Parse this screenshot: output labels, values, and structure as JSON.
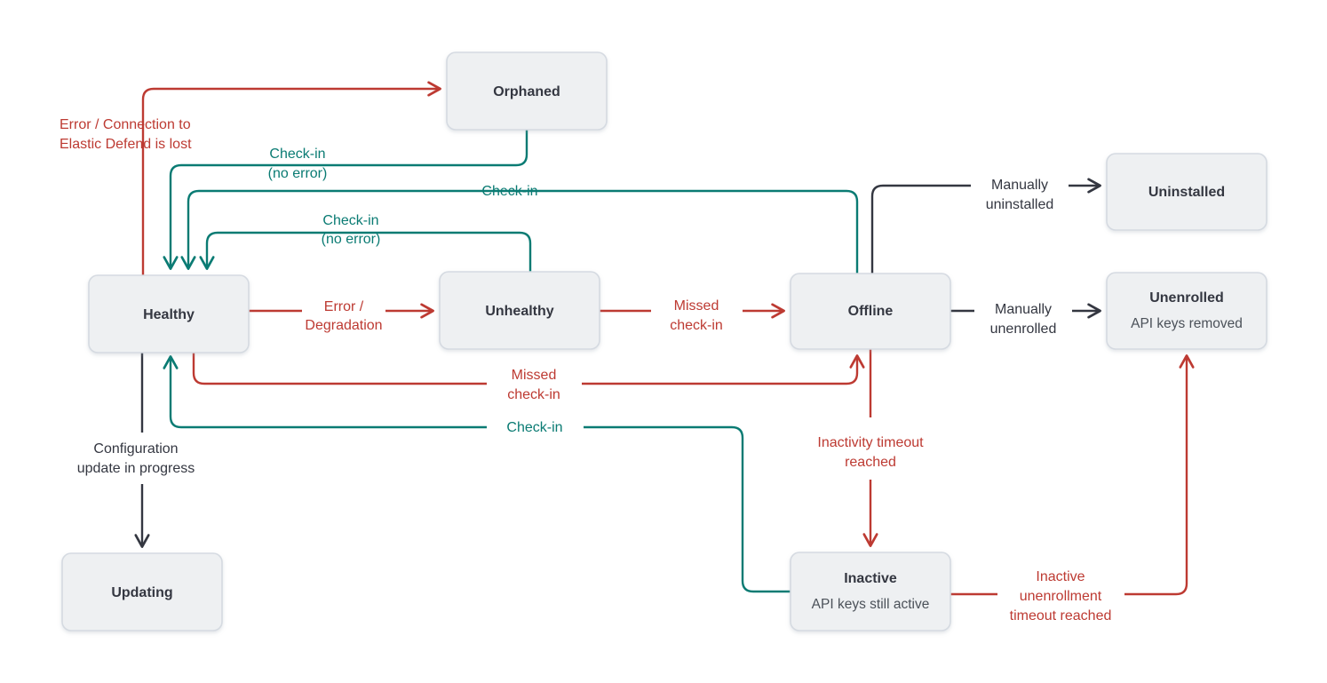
{
  "diagram": {
    "title": "Elastic Agent status state diagram",
    "colors": {
      "red": "#bd3a32",
      "teal": "#0a7b73",
      "dark": "#343741",
      "node_fill": "#eef0f2",
      "node_stroke": "#d5dae1",
      "background": "#ffffff"
    },
    "nodes": [
      {
        "id": "orphaned",
        "title": "Orphaned",
        "subtitle": ""
      },
      {
        "id": "healthy",
        "title": "Healthy",
        "subtitle": ""
      },
      {
        "id": "unhealthy",
        "title": "Unhealthy",
        "subtitle": ""
      },
      {
        "id": "offline",
        "title": "Offline",
        "subtitle": ""
      },
      {
        "id": "uninstalled",
        "title": "Uninstalled",
        "subtitle": ""
      },
      {
        "id": "unenrolled",
        "title": "Unenrolled",
        "subtitle": "API keys removed"
      },
      {
        "id": "inactive",
        "title": "Inactive",
        "subtitle": "API keys still active"
      },
      {
        "id": "updating",
        "title": "Updating",
        "subtitle": ""
      }
    ],
    "edges": [
      {
        "id": "healthy-to-orphaned",
        "from": "Healthy",
        "to": "Orphaned",
        "color": "red",
        "label_line1": "Error / Connection to",
        "label_line2": "Elastic Defend is lost"
      },
      {
        "id": "orphaned-to-healthy",
        "from": "Orphaned",
        "to": "Healthy",
        "color": "teal",
        "label_line1": "Check-in",
        "label_line2": "(no error)"
      },
      {
        "id": "offline-to-healthy",
        "from": "Offline",
        "to": "Healthy",
        "color": "teal",
        "label_line1": "Check-in",
        "label_line2": ""
      },
      {
        "id": "unhealthy-to-healthy",
        "from": "Unhealthy",
        "to": "Healthy",
        "color": "teal",
        "label_line1": "Check-in",
        "label_line2": "(no error)"
      },
      {
        "id": "healthy-to-unhealthy",
        "from": "Healthy",
        "to": "Unhealthy",
        "color": "red",
        "label_line1": "Error /",
        "label_line2": "Degradation"
      },
      {
        "id": "unhealthy-to-offline",
        "from": "Unhealthy",
        "to": "Offline",
        "color": "red",
        "label_line1": "Missed",
        "label_line2": "check-in"
      },
      {
        "id": "healthy-to-offline",
        "from": "Healthy",
        "to": "Offline",
        "color": "red",
        "label_line1": "Missed",
        "label_line2": "check-in"
      },
      {
        "id": "inactive-to-healthy",
        "from": "Inactive",
        "to": "Healthy",
        "color": "teal",
        "label_line1": "Check-in",
        "label_line2": ""
      },
      {
        "id": "offline-to-uninstalled",
        "from": "Offline",
        "to": "Uninstalled",
        "color": "dark",
        "label_line1": "Manually",
        "label_line2": "uninstalled"
      },
      {
        "id": "offline-to-unenrolled",
        "from": "Offline",
        "to": "Unenrolled",
        "color": "dark",
        "label_line1": "Manually",
        "label_line2": "unenrolled"
      },
      {
        "id": "offline-to-inactive",
        "from": "Offline",
        "to": "Inactive",
        "color": "red",
        "label_line1": "Inactivity timeout",
        "label_line2": "reached"
      },
      {
        "id": "inactive-to-unenrolled",
        "from": "Inactive",
        "to": "Unenrolled",
        "color": "red",
        "label_line1": "Inactive",
        "label_line2": "unenrollment",
        "label_line3": "timeout reached"
      },
      {
        "id": "healthy-to-updating",
        "from": "Healthy",
        "to": "Updating",
        "color": "dark",
        "label_line1": "Configuration",
        "label_line2": "update in progress"
      }
    ],
    "labels": {
      "error_connection_l1": "Error / Connection to",
      "error_connection_l2": "Elastic Defend is lost",
      "checkin_noerror_top_l1": "Check-in",
      "checkin_noerror_top_l2": "(no error)",
      "checkin_offline": "Check-in",
      "checkin_noerror_mid_l1": "Check-in",
      "checkin_noerror_mid_l2": "(no error)",
      "error_degradation_l1": "Error /",
      "error_degradation_l2": "Degradation",
      "missed_checkin_uh_l1": "Missed",
      "missed_checkin_uh_l2": "check-in",
      "missed_checkin_h_l1": "Missed",
      "missed_checkin_h_l2": "check-in",
      "checkin_inactive": "Check-in",
      "manually_uninstalled_l1": "Manually",
      "manually_uninstalled_l2": "uninstalled",
      "manually_unenrolled_l1": "Manually",
      "manually_unenrolled_l2": "unenrolled",
      "inactivity_timeout_l1": "Inactivity timeout",
      "inactivity_timeout_l2": "reached",
      "inactive_unenrollment_l1": "Inactive",
      "inactive_unenrollment_l2": "unenrollment",
      "inactive_unenrollment_l3": "timeout reached",
      "configuration_update_l1": "Configuration",
      "configuration_update_l2": "update in progress"
    },
    "node_text": {
      "orphaned": "Orphaned",
      "healthy": "Healthy",
      "unhealthy": "Unhealthy",
      "offline": "Offline",
      "uninstalled": "Uninstalled",
      "unenrolled_title": "Unenrolled",
      "unenrolled_sub": "API keys removed",
      "inactive_title": "Inactive",
      "inactive_sub": "API keys still active",
      "updating": "Updating"
    }
  }
}
